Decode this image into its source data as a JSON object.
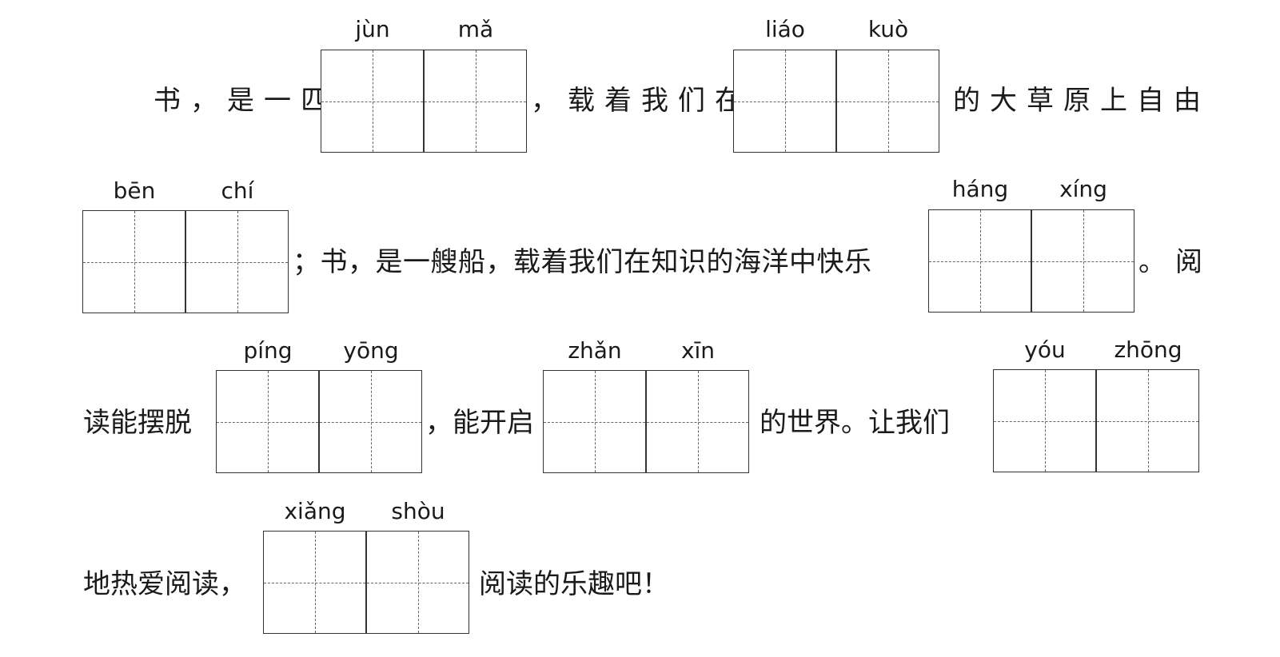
{
  "rows": [
    {
      "segments": [
        "书，是一匹",
        "，载着我们在",
        "的大草原上自由"
      ],
      "pinyin": [
        [
          "jùn",
          "mǎ"
        ],
        [
          "liáo",
          "kuò"
        ]
      ]
    },
    {
      "segments": [
        "；书，是一艘船，载着我们在知识的海洋中快乐",
        "。阅"
      ],
      "pinyin": [
        [
          "bēn",
          "chí"
        ],
        [
          "háng",
          "xíng"
        ]
      ]
    },
    {
      "segments": [
        "读能摆脱",
        "，能开启",
        "的世界。让我们"
      ],
      "pinyin": [
        [
          "píng",
          "yōng"
        ],
        [
          "zhǎn",
          "xīn"
        ],
        [
          "yóu",
          "zhōng"
        ]
      ]
    },
    {
      "segments": [
        "地热爱阅读，",
        "阅读的乐趣吧！"
      ],
      "pinyin": [
        [
          "xiǎng",
          "shòu"
        ]
      ]
    }
  ]
}
